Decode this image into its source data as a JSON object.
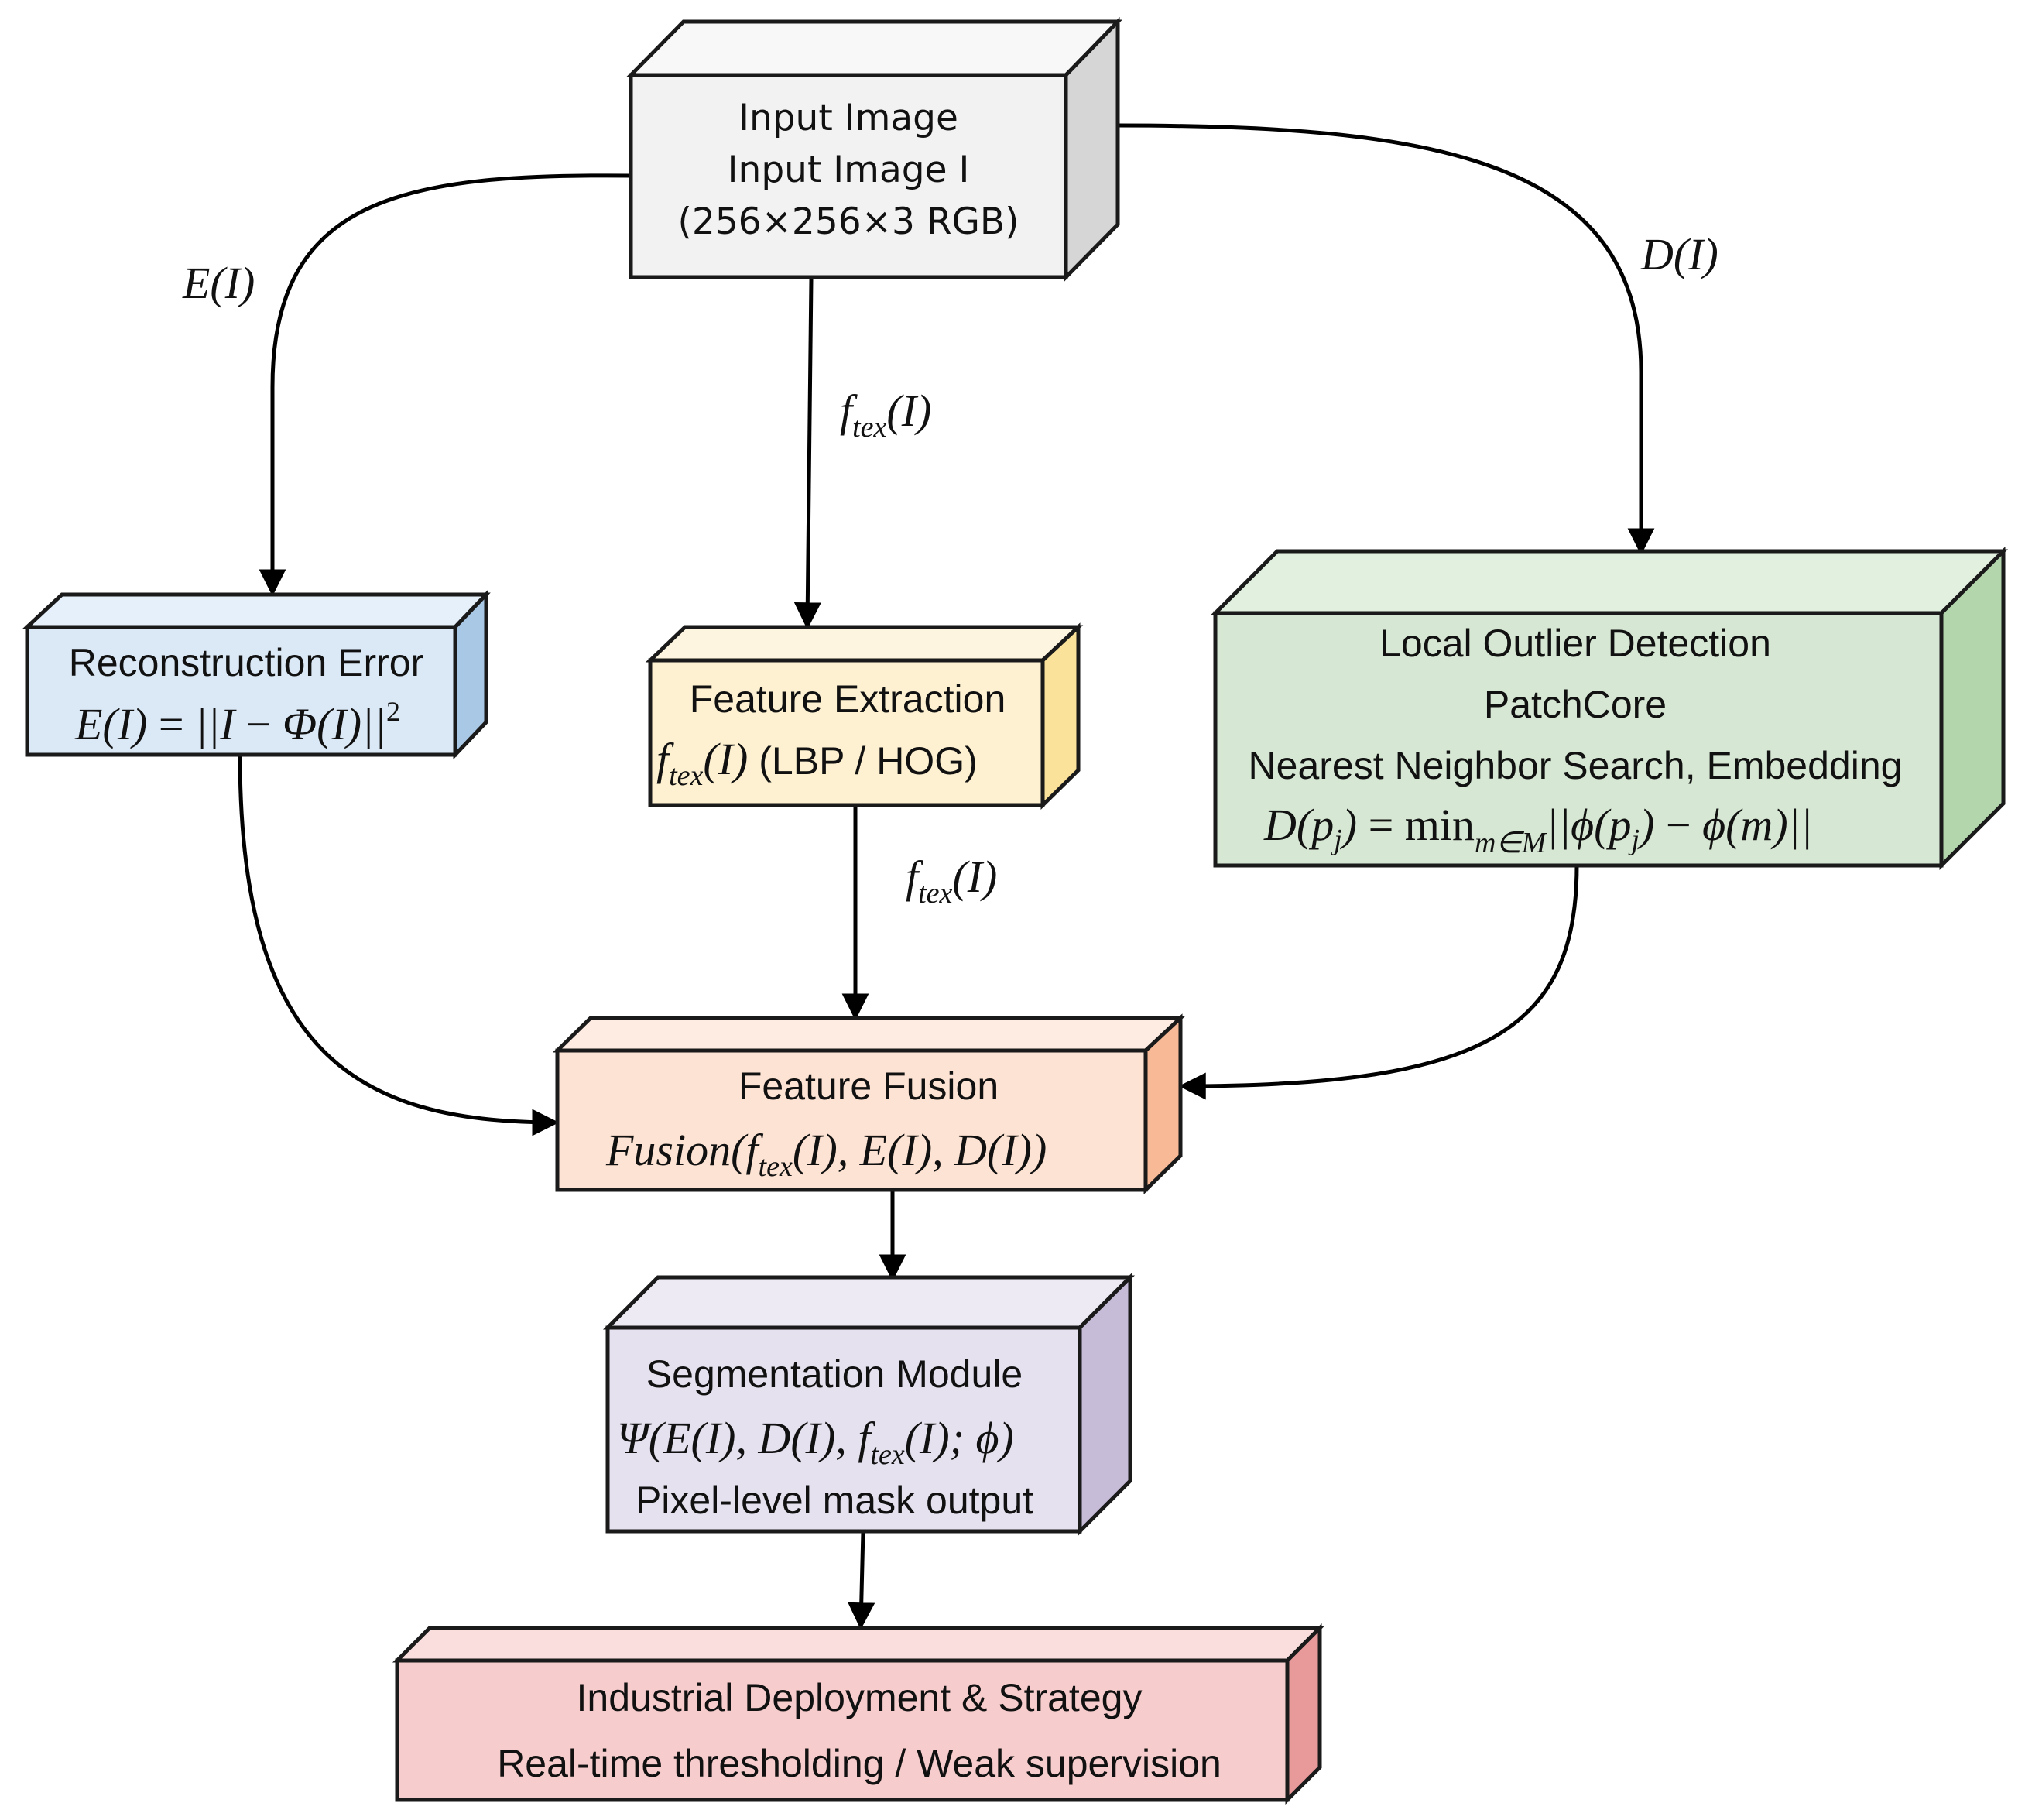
{
  "nodes": {
    "input": {
      "line1": "Input Image",
      "line2": "Input Image I",
      "line3": "(256×256×3 RGB)",
      "colors": {
        "front": "#f2f2f2",
        "top": "#f8f8f8",
        "side": "#d6d6d6"
      }
    },
    "recon": {
      "title": "Reconstruction Error",
      "formula": "E(I) = ||I − Φ(I)||²",
      "colors": {
        "front": "#dbe9f6",
        "top": "#e6f0fa",
        "side": "#a9c8e6"
      }
    },
    "feature": {
      "title": "Feature Extraction",
      "formula_lead": "f",
      "formula_sub": "tex",
      "formula_tail": "(I)",
      "formula_plain": " (LBP / HOG)",
      "colors": {
        "front": "#fdf1d2",
        "top": "#fdf5df",
        "side": "#fbe29a"
      }
    },
    "outlier": {
      "line1": "Local Outlier Detection",
      "line2": "PatchCore",
      "line3": "Nearest Neighbor Search, Embedding",
      "formula": "D(pⱼ) = min_{m∈M} ||ϕ(pⱼ) − ϕ(m)||",
      "colors": {
        "front": "#d6e8d4",
        "top": "#e2f0e0",
        "side": "#b3d6ad"
      }
    },
    "fusion": {
      "title": "Feature Fusion",
      "formula": "Fusion(f_tex(I), E(I), D(I))",
      "colors": {
        "front": "#fde3d3",
        "top": "#feece2",
        "side": "#f7b996"
      }
    },
    "segmentation": {
      "title": "Segmentation Module",
      "formula": "Ψ(E(I), D(I), f_tex(I); ϕ)",
      "line3": "Pixel-level mask output",
      "colors": {
        "front": "#e5e1ee",
        "top": "#edeaf4",
        "side": "#c6bcd8"
      }
    },
    "deploy": {
      "line1": "Industrial Deployment & Strategy",
      "line2": "Real-time thresholding / Weak supervision",
      "colors": {
        "front": "#f6cccc",
        "top": "#fadede",
        "side": "#e89a9a"
      }
    }
  },
  "edge_labels": {
    "left": "E(I)",
    "middle_top": "f_tex(I)",
    "middle_bottom": "f_tex(I)",
    "right": "D(I)"
  }
}
